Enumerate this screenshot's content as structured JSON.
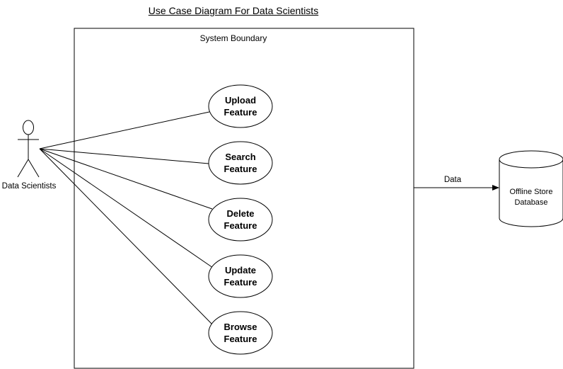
{
  "title": "Use Case Diagram For Data Scientists",
  "system_boundary": {
    "label": "System Boundary"
  },
  "actor": {
    "label": "Data Scientists"
  },
  "use_cases": [
    {
      "line1": "Upload",
      "line2": "Feature"
    },
    {
      "line1": "Search",
      "line2": "Feature"
    },
    {
      "line1": "Delete",
      "line2": "Feature"
    },
    {
      "line1": "Update",
      "line2": "Feature"
    },
    {
      "line1": "Browse",
      "line2": "Feature"
    }
  ],
  "database": {
    "line1": "Offline Store",
    "line2": "Database"
  },
  "edge": {
    "label": "Data"
  }
}
